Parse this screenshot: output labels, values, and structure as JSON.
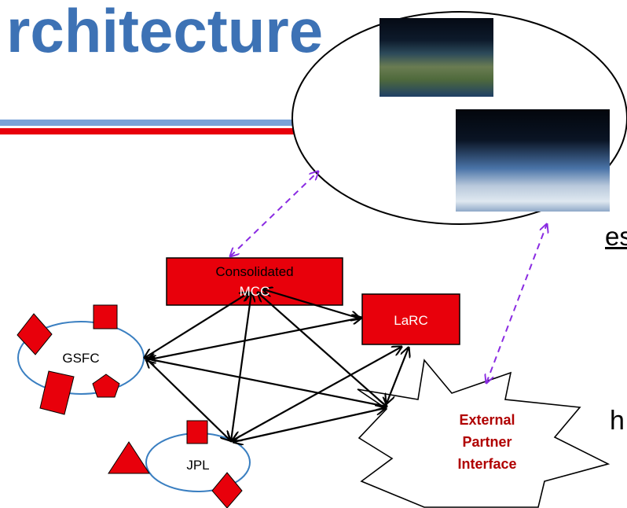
{
  "title": "rchitecture",
  "fragments": {
    "underlined": "es",
    "bottom": "h"
  },
  "nodes": {
    "mcc_line1": "Consolidated",
    "mcc_line2": "MCC",
    "larc": "LaRC",
    "gsfc": "GSFC",
    "jpl": "JPL"
  },
  "external": {
    "line1": "External",
    "line2": "Partner",
    "line3": "Interface"
  },
  "images": [
    "satellite-over-florida-photo",
    "satellite-over-hurricane-photo"
  ],
  "colors": {
    "title": "#3d72b5",
    "node_fill": "#e8000b",
    "dashed_link": "#8a2be2",
    "ellipse": "#3a7fc1",
    "external_text": "#b00000"
  }
}
